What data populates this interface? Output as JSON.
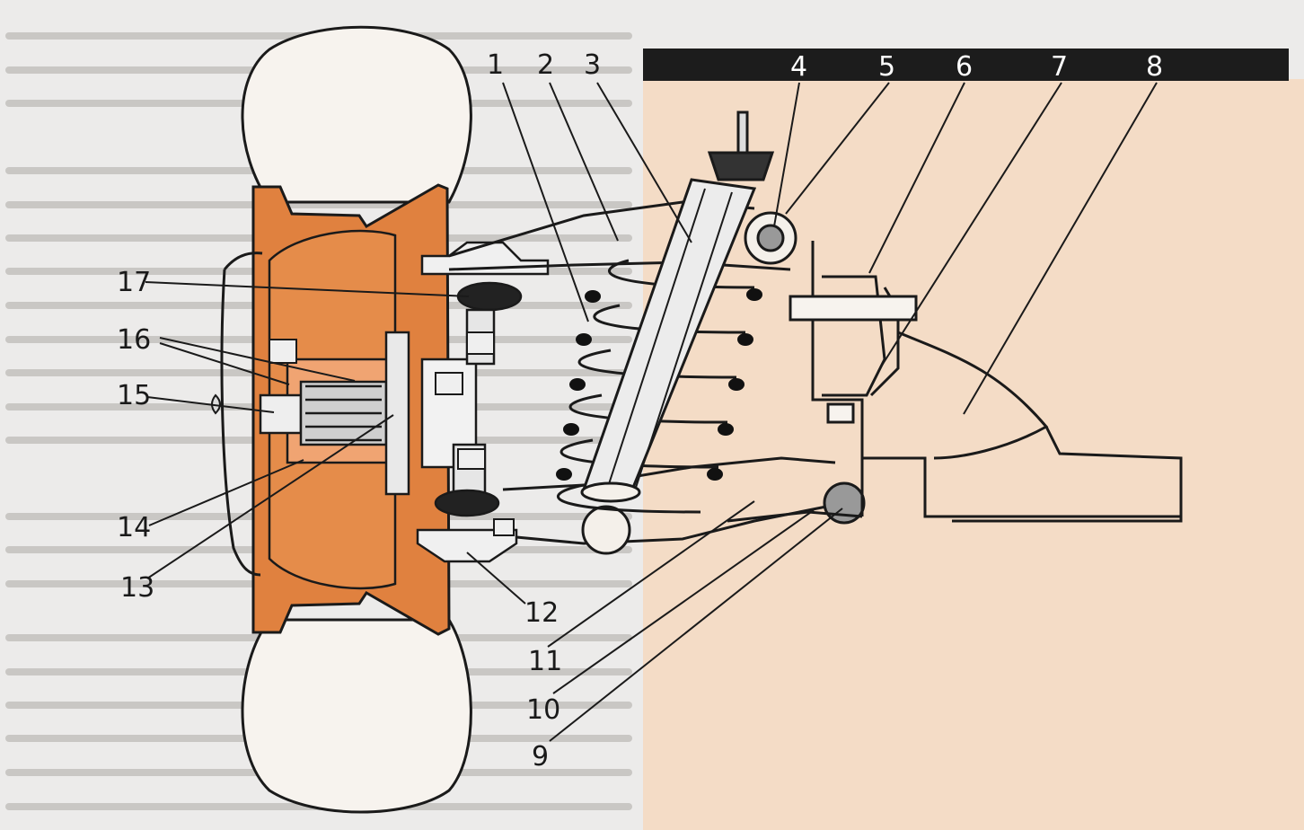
{
  "diagram": {
    "callouts": [
      {
        "id": "1",
        "label": "1"
      },
      {
        "id": "2",
        "label": "2"
      },
      {
        "id": "3",
        "label": "3"
      },
      {
        "id": "4",
        "label": "4"
      },
      {
        "id": "5",
        "label": "5"
      },
      {
        "id": "6",
        "label": "6"
      },
      {
        "id": "7",
        "label": "7"
      },
      {
        "id": "8",
        "label": "8"
      },
      {
        "id": "9",
        "label": "9"
      },
      {
        "id": "10",
        "label": "10"
      },
      {
        "id": "11",
        "label": "11"
      },
      {
        "id": "12",
        "label": "12"
      },
      {
        "id": "13",
        "label": "13"
      },
      {
        "id": "14",
        "label": "14"
      },
      {
        "id": "15",
        "label": "15"
      },
      {
        "id": "16",
        "label": "16"
      },
      {
        "id": "17",
        "label": "17"
      }
    ],
    "colors": {
      "paper": "#ecebea",
      "panel": "#f4dcc6",
      "band": "#1c1c1c",
      "wheel_orange": "#e0813f",
      "line": "#1a1a1a"
    }
  }
}
